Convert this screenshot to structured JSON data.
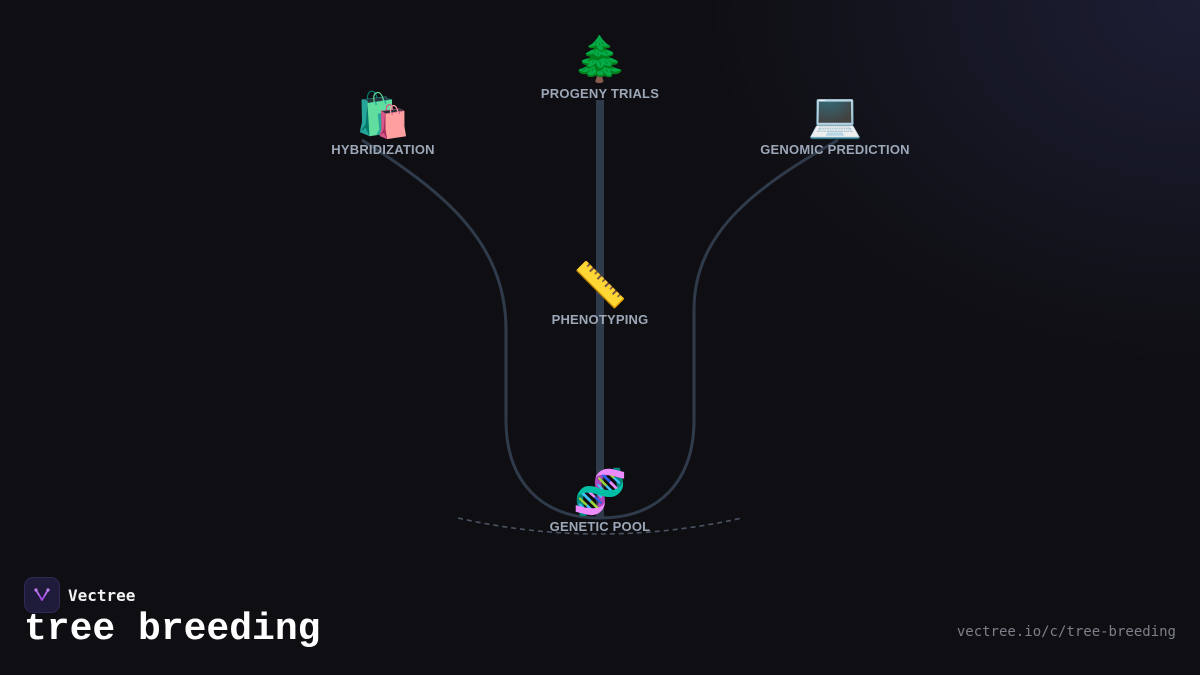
{
  "diagram": {
    "nodes": [
      {
        "id": "progeny",
        "icon": "🌲",
        "icon_name": "evergreen-tree-icon",
        "label": "PROGENY TRIALS"
      },
      {
        "id": "hybrid",
        "icon": "🛍️",
        "icon_name": "shopping-bags-icon",
        "label": "HYBRIDIZATION"
      },
      {
        "id": "genomic",
        "icon": "💻",
        "icon_name": "laptop-icon",
        "label": "GENOMIC PREDICTION"
      },
      {
        "id": "pheno",
        "icon": "📏",
        "icon_name": "ruler-icon",
        "label": "PHENOTYPING"
      },
      {
        "id": "pool",
        "icon": "🧬",
        "icon_name": "dna-icon",
        "label": "GENETIC POOL"
      }
    ],
    "colors": {
      "branch": "#2f3a4a",
      "ground": "#4a5363",
      "label": "#9ca7b8"
    }
  },
  "brand": {
    "name": "Vectree",
    "logo_icon": "vectree-logo-icon",
    "logo_color": "#a14fe0"
  },
  "page_title": "tree breeding",
  "url": "vectree.io/c/tree-breeding"
}
